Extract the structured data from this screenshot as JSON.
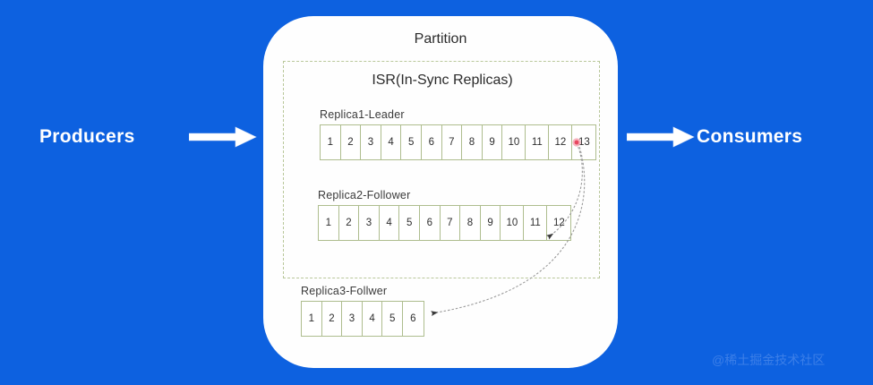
{
  "theme": {
    "background_color": "#0d61e0",
    "card_color": "#fefefe",
    "cell_border_color": "#aebd8e",
    "isr_border_color": "#b9c79a",
    "arrow_color": "#ffffff",
    "marker_color": "#e8475f",
    "watermark_color": "#3c7fe8",
    "text_color": "#2b2b2b"
  },
  "labels": {
    "producers": "Producers",
    "consumers": "Consumers"
  },
  "icons": {
    "producers_arrow": "arrow-right-icon",
    "consumers_arrow": "arrow-right-icon",
    "leader_offset_marker": "red-dot-marker-icon",
    "replication_arrow": "curved-arrow-icon"
  },
  "card": {
    "title": "Partition",
    "isr": {
      "title": "ISR(In-Sync Replicas)",
      "replicas": [
        {
          "label": "Replica1-Leader",
          "role": "leader",
          "cells": [
            "1",
            "2",
            "3",
            "4",
            "5",
            "6",
            "7",
            "8",
            "9",
            "10",
            "11",
            "12",
            "13"
          ]
        },
        {
          "label": "Replica2-Follower",
          "role": "follower",
          "cells": [
            "1",
            "2",
            "3",
            "4",
            "5",
            "6",
            "7",
            "8",
            "9",
            "10",
            "11",
            "12"
          ]
        }
      ]
    },
    "out_of_sync_replicas": [
      {
        "label": "Replica3-Follwer",
        "role": "follower",
        "cells": [
          "1",
          "2",
          "3",
          "4",
          "5",
          "6"
        ]
      }
    ]
  },
  "watermark": "@稀土掘金技术社区"
}
